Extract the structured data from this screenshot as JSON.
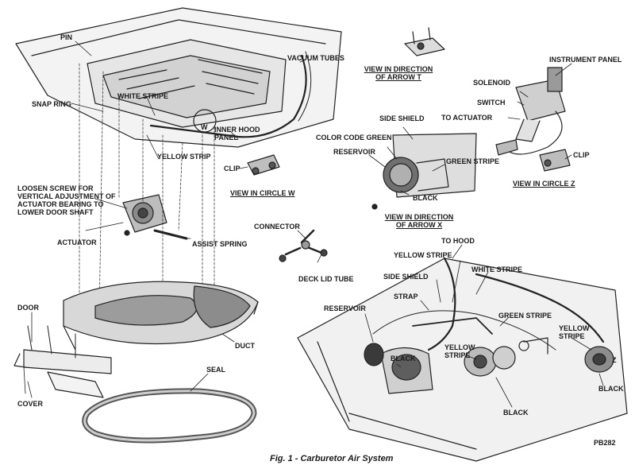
{
  "figure": {
    "caption": "Fig. 1 - Carburetor Air System",
    "code": "PB282"
  },
  "labels": {
    "pin": "PIN",
    "vacuum_tubes": "VACUUM TUBES",
    "white_stripe_top": "WHITE STRIPE",
    "snap_ring": "SNAP RING",
    "w_marker": "W",
    "inner_hood_panel": "INNER HOOD PANEL",
    "yellow_strip": "YELLOW STRIP",
    "clip_w": "CLIP",
    "view_circle_w": "VIEW IN CIRCLE W",
    "view_arrow_t": "VIEW IN DIRECTION OF ARROW T",
    "instrument_panel": "INSTRUMENT PANEL",
    "solenoid": "SOLENOID",
    "switch": "SWITCH",
    "to_actuator": "TO ACTUATOR",
    "clip_z": "CLIP",
    "view_circle_z": "VIEW IN CIRCLE Z",
    "side_shield_top": "SIDE SHIELD",
    "color_code_green": "COLOR CODE GREEN",
    "reservoir_top": "RESERVOIR",
    "green_stripe_top": "GREEN STRIPE",
    "black_top": "BLACK",
    "view_arrow_x": "VIEW IN DIRECTION OF ARROW X",
    "loosen_screw": "LOOSEN SCREW FOR VERTICAL ADJUSTMENT OF ACTUATOR BEARING TO LOWER DOOR SHAFT",
    "actuator": "ACTUATOR",
    "assist_spring": "ASSIST SPRING",
    "connector": "CONNECTOR",
    "deck_lid_tube": "DECK LID TUBE",
    "to_hood": "TO HOOD",
    "yellow_stripe_mid": "YELLOW STRIPE",
    "white_stripe_right": "WHITE STRIPE",
    "side_shield_bottom": "SIDE SHIELD",
    "strap": "STRAP",
    "reservoir_bottom": "RESERVOIR",
    "green_stripe_bottom": "GREEN STRIPE",
    "yellow_stripe_right": "YELLOW STRIPE",
    "black_left": "BLACK",
    "yellow_stripe_center": "YELLOW STRIPE",
    "z_marker": "Z",
    "black_right": "BLACK",
    "black_center": "BLACK",
    "door": "DOOR",
    "duct": "DUCT",
    "seal": "SEAL",
    "cover": "COVER"
  }
}
